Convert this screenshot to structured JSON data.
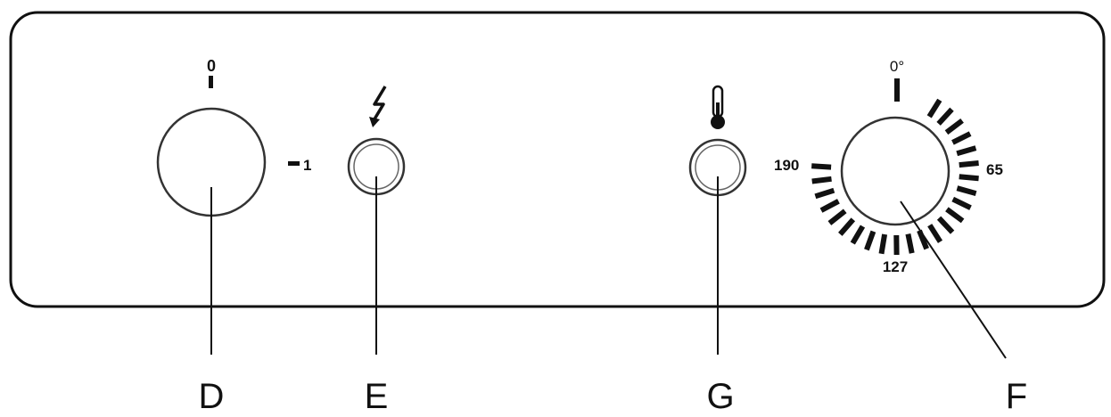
{
  "controls": {
    "selector_knob": {
      "top_mark": "0",
      "side_mark": "1"
    },
    "dial_knob": {
      "top_mark": "0°",
      "right_mark": "65",
      "bottom_mark": "127",
      "left_mark": "190"
    },
    "power_lamp": {
      "icon": "lightning-bolt-icon"
    },
    "thermostat_lamp": {
      "icon": "thermometer-icon"
    }
  },
  "callouts": {
    "d": "D",
    "e": "E",
    "g": "G",
    "f": "F"
  }
}
